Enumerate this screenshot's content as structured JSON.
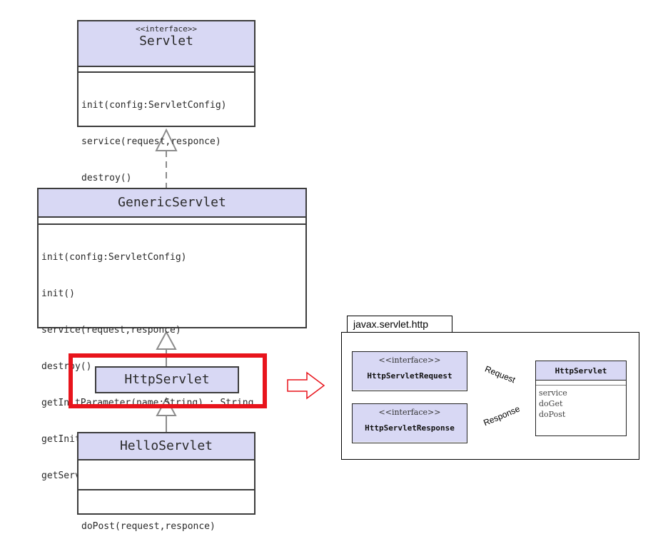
{
  "servlet": {
    "stereotype": "<<interface>>",
    "name": "Servlet",
    "operations": [
      "init(config:ServletConfig)",
      "service(request,responce)",
      "destroy()"
    ]
  },
  "generic_servlet": {
    "name": "GenericServlet",
    "operations": [
      "init(config:ServletConfig)",
      "init()",
      "service(request,responce)",
      "destroy()",
      "getInitParameter(name:String) : String",
      "getInitParameterNames() : Enumeration",
      "getServletName() : String"
    ]
  },
  "http_servlet": {
    "name": "HttpServlet",
    "highlight_color": "#e8141c"
  },
  "hello_servlet": {
    "name": "HelloServlet",
    "operations": [
      "doPost(request,responce)"
    ]
  },
  "package": {
    "name": "javax.servlet.http",
    "request_class": {
      "stereotype": "<<interface>>",
      "name": "HttpServletRequest"
    },
    "response_class": {
      "stereotype": "<<interface>>",
      "name": "HttpServletResponse"
    },
    "http_servlet_class": {
      "name": "HttpServlet",
      "operations": [
        "service",
        "doGet",
        "doPost"
      ]
    },
    "associations": {
      "request": "Request",
      "response": "Response"
    }
  },
  "colors": {
    "class_fill": "#d8d8f4",
    "highlight": "#e8141c",
    "arrow": "#e8141c"
  }
}
